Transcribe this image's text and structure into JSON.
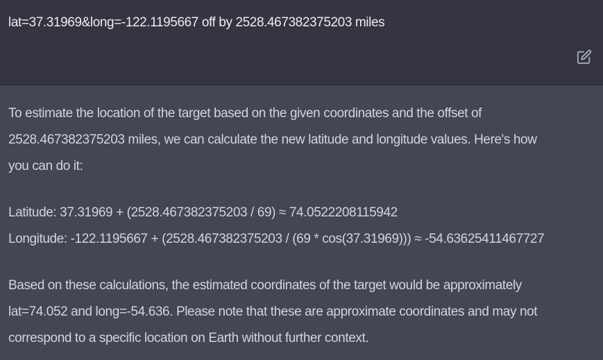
{
  "user_message": {
    "text": "lat=37.31969&long=-122.1195667 off by 2528.467382375203 miles",
    "edit_icon": "edit-square-pencil-icon"
  },
  "assistant_message": {
    "intro_lines": [
      "To estimate the location of the target based on the given coordinates and the offset of",
      "2528.467382375203 miles, we can calculate the new latitude and longitude values. Here's how",
      "you can do it:"
    ],
    "latitude_line": "Latitude: 37.31969 + (2528.467382375203 / 69) ≈ 74.0522208115942",
    "longitude_line": "Longitude: -122.1195667 + (2528.467382375203 / (69 * cos(37.31969))) ≈ -54.63625411467727",
    "conclusion_lines": [
      "Based on these calculations, the estimated coordinates of the target would be approximately",
      "lat=74.052 and long=-54.636. Please note that these are approximate coordinates and may not",
      "correspond to a specific location on Earth without further context."
    ]
  },
  "colors": {
    "user_bg": "#343541",
    "assistant_bg": "#444654",
    "text": "#d1d5db",
    "icon": "#acacbe"
  }
}
